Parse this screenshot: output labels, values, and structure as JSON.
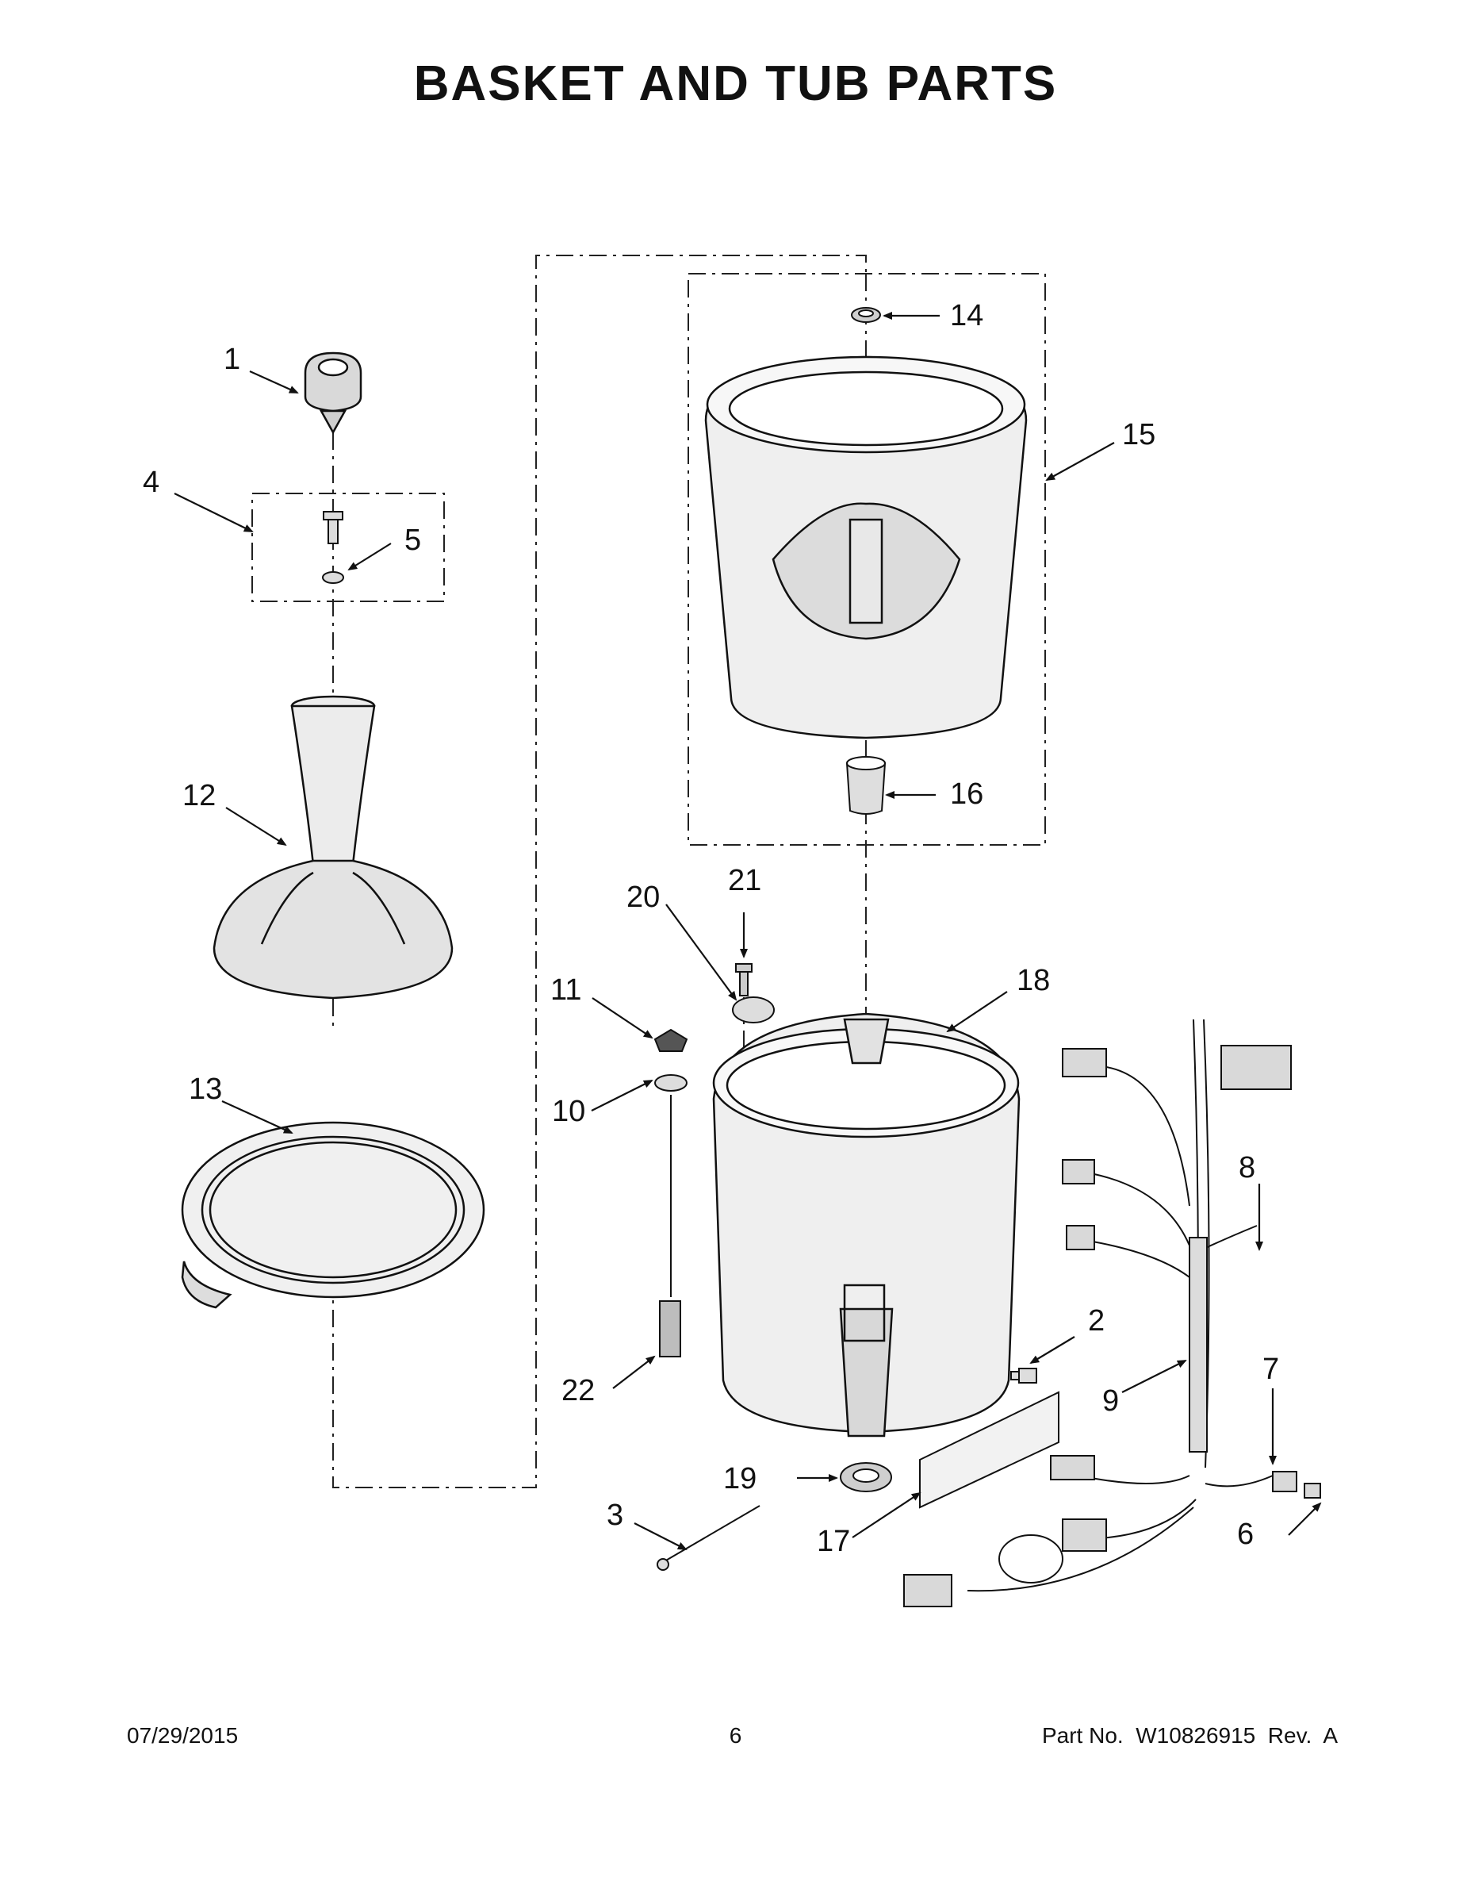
{
  "page": {
    "title": "BASKET AND TUB PARTS",
    "footer": {
      "date": "07/29/2015",
      "page_number": "6",
      "part_number": "Part No.  W10826915  Rev.  A"
    }
  },
  "callouts": [
    "1",
    "2",
    "3",
    "4",
    "5",
    "6",
    "7",
    "8",
    "9",
    "10",
    "11",
    "12",
    "13",
    "14",
    "15",
    "16",
    "17",
    "18",
    "19",
    "20",
    "21",
    "22"
  ],
  "colors": {
    "line": "#111111",
    "part_fill": "#e6e6e6",
    "part_shade": "#c8c8c8"
  }
}
